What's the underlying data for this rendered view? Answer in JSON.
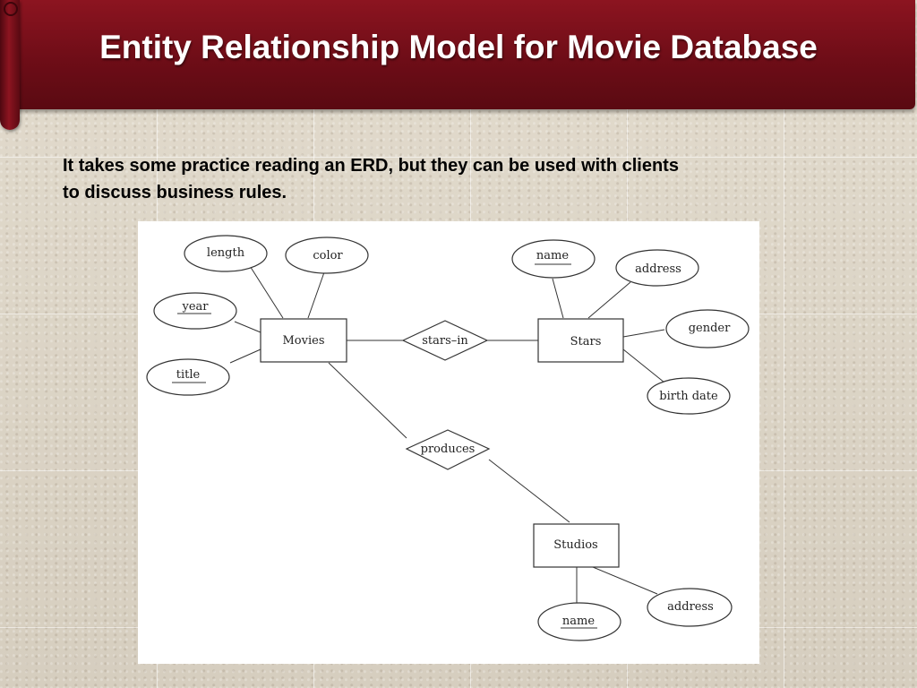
{
  "slide": {
    "title": "Entity Relationship Model for Movie Database",
    "intro_line1": "It takes some practice reading an ERD, but they can be used with clients",
    "intro_line2": "to discuss business rules."
  },
  "colors": {
    "banner": "#6e0d17",
    "title_text": "#ffffff",
    "background": "#d9d2c4"
  },
  "erd": {
    "entities": {
      "movies": "Movies",
      "stars": "Stars",
      "studios": "Studios"
    },
    "relationships": {
      "stars_in": "stars–in",
      "produces": "produces"
    },
    "attributes": {
      "movies_length": "length",
      "movies_color": "color",
      "movies_year": "year",
      "movies_title": "title",
      "stars_name": "name",
      "stars_address": "address",
      "stars_gender": "gender",
      "stars_birth_date": "birth date",
      "studios_name": "name",
      "studios_address": "address"
    },
    "key_attributes": [
      "movies_year",
      "movies_title",
      "stars_name",
      "studios_name"
    ]
  }
}
